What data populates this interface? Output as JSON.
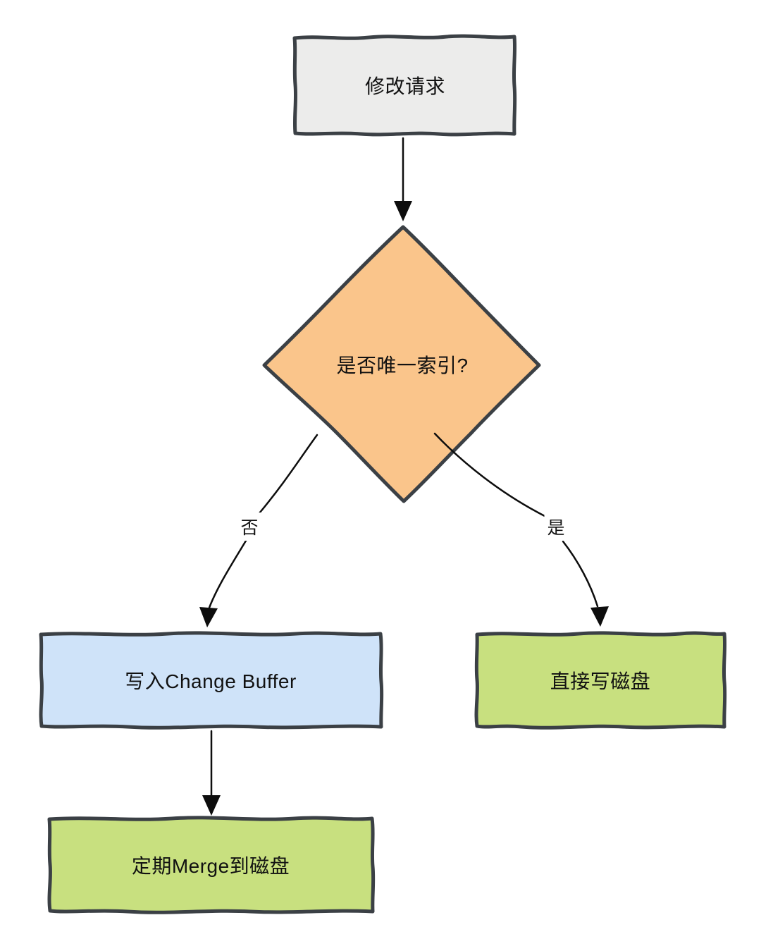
{
  "nodes": {
    "start": {
      "label": "修改请求",
      "fill": "#ececeb"
    },
    "decision": {
      "label": "是否唯一索引?",
      "fill": "#fac58b"
    },
    "change_buffer": {
      "label": "写入Change Buffer",
      "fill": "#cfe3f9"
    },
    "direct_disk": {
      "label": "直接写磁盘",
      "fill": "#c8e07f"
    },
    "merge_disk": {
      "label": "定期Merge到磁盘",
      "fill": "#c8e07f"
    }
  },
  "edges": {
    "decision_no": {
      "label": "否"
    },
    "decision_yes": {
      "label": "是"
    }
  },
  "colors": {
    "background": "#ffffff",
    "node_border": "#3b4045",
    "arrow": "#0d0d0d",
    "text": "#111111"
  }
}
